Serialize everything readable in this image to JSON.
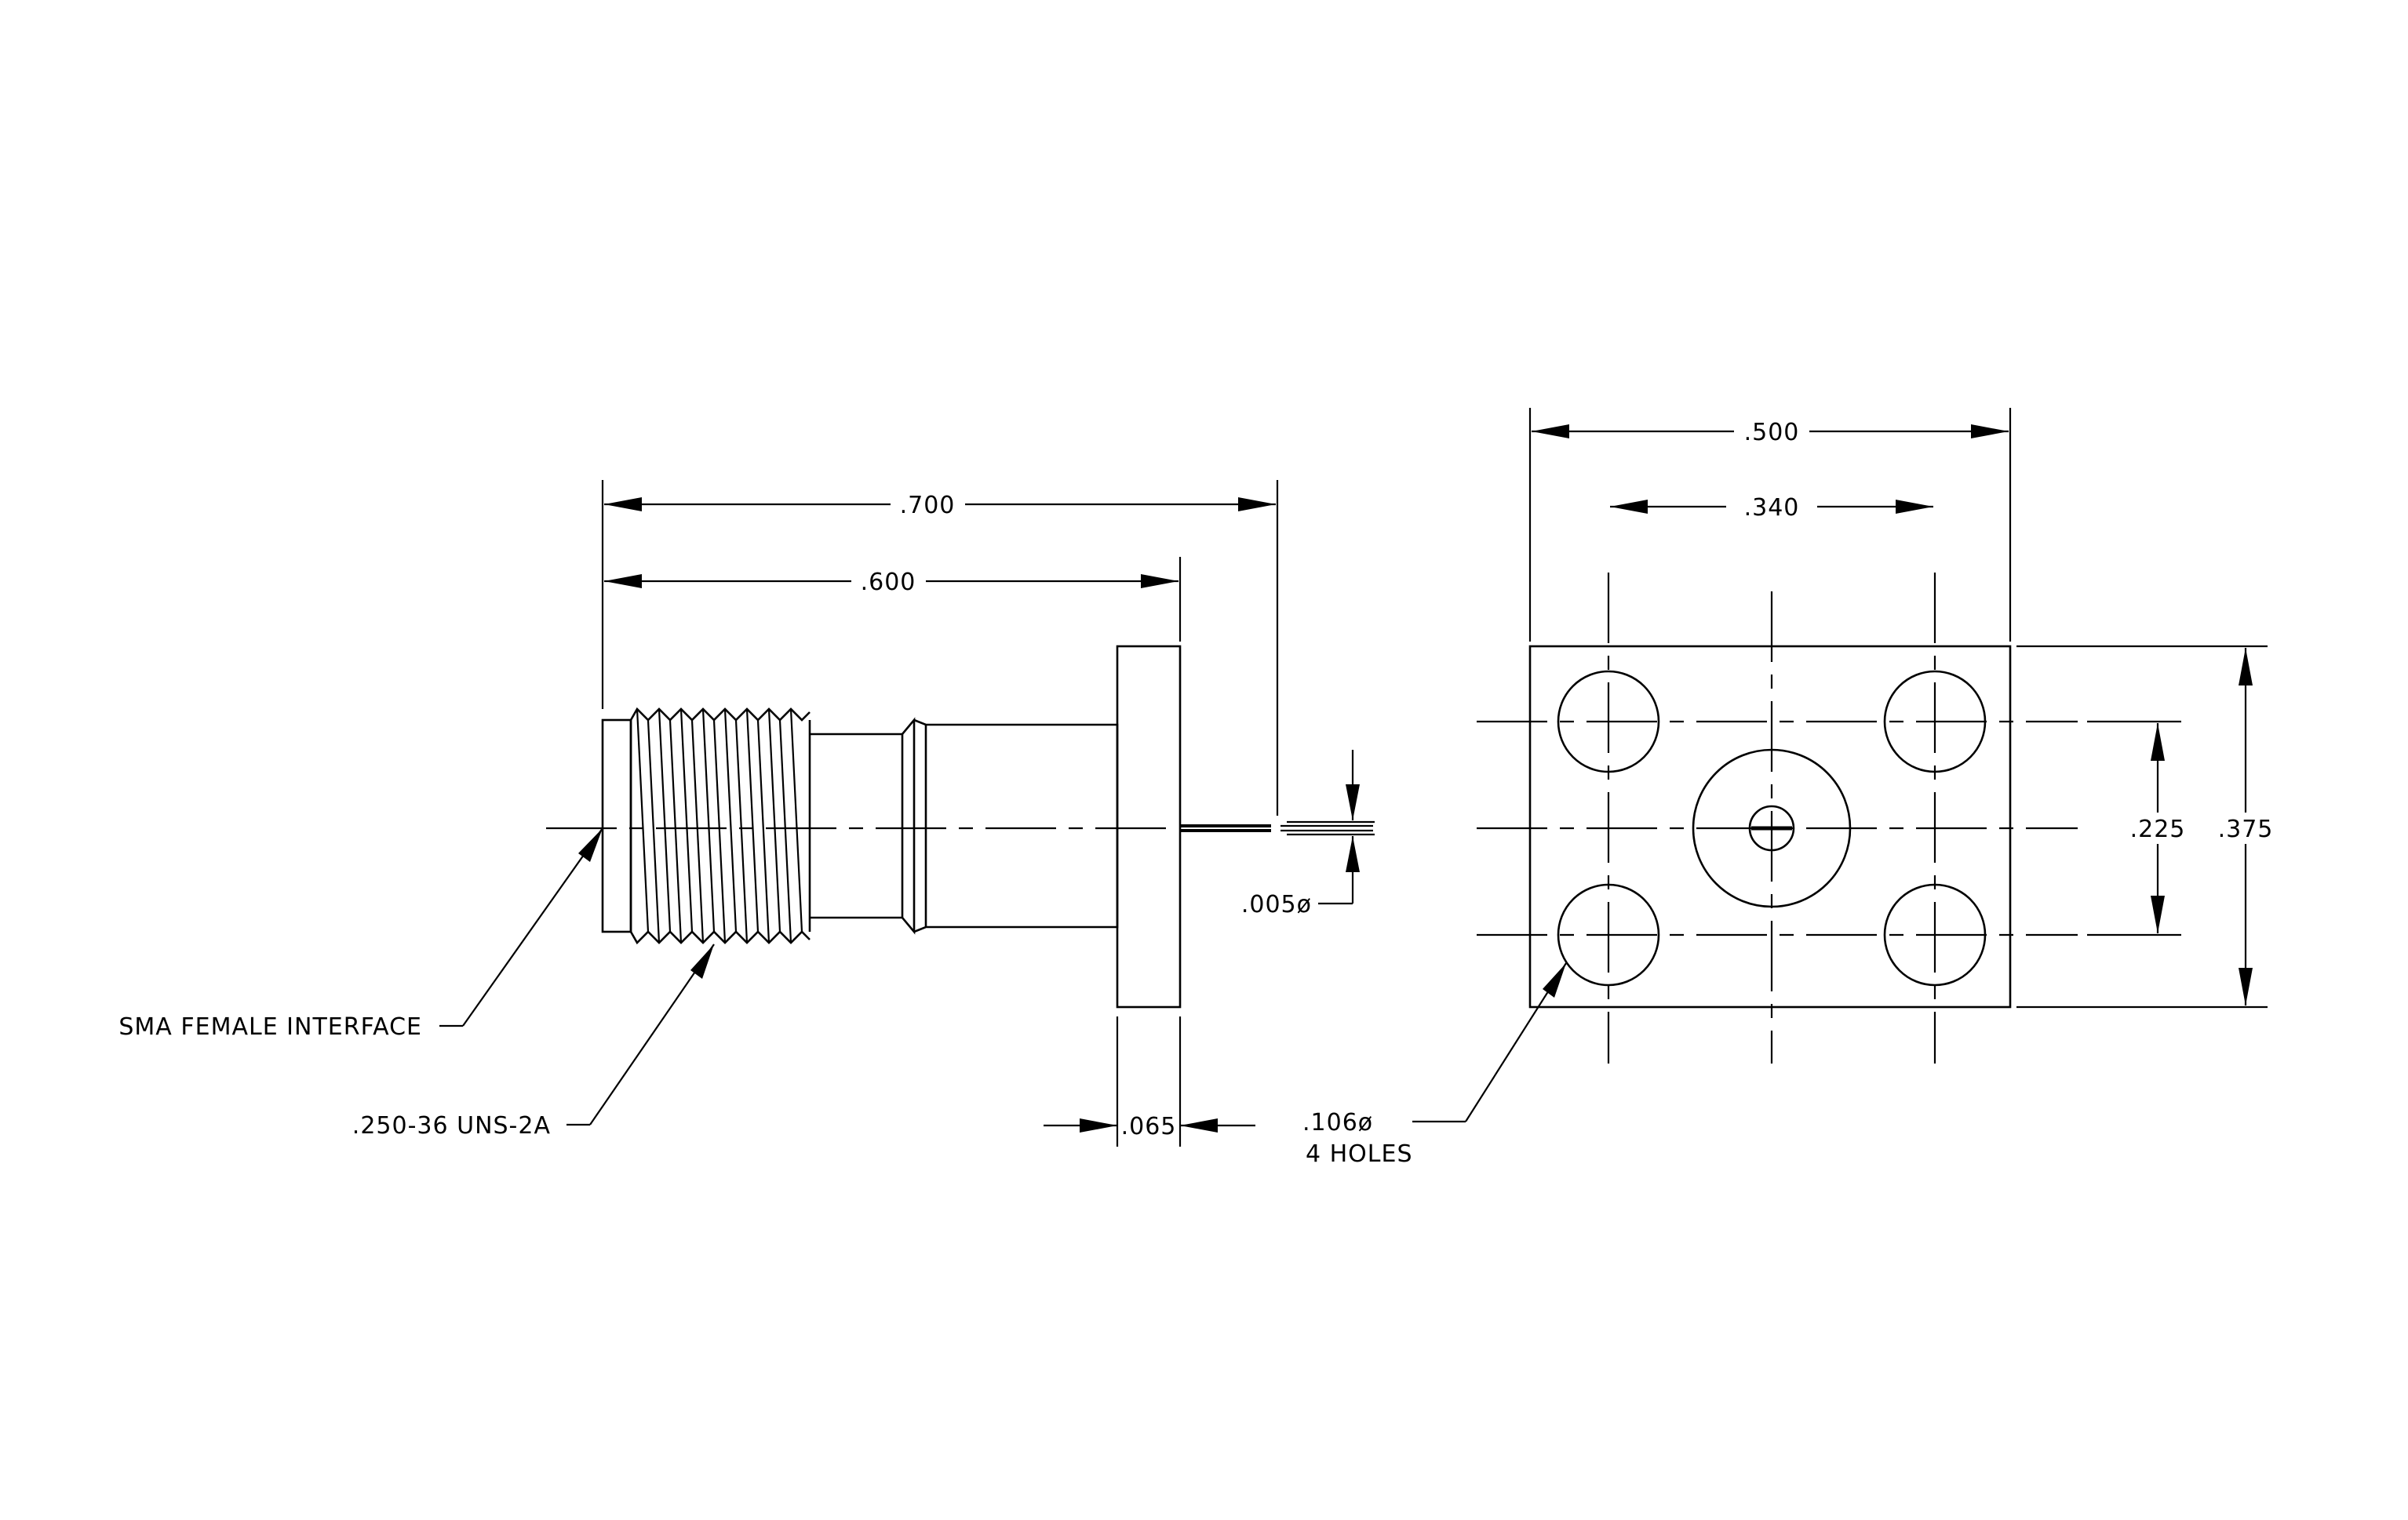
{
  "side_view": {
    "dimensions": {
      "overall_length": ".700",
      "body_length": ".600",
      "flange_thickness": ".065",
      "pin_diameter": ".005ø"
    },
    "callouts": {
      "interface": "SMA FEMALE INTERFACE",
      "thread": ".250-36 UNS-2A"
    }
  },
  "front_view": {
    "dimensions": {
      "flange_width": ".500",
      "hole_spacing_x": ".340",
      "hole_spacing_y": ".225",
      "flange_height": ".375"
    },
    "callouts": {
      "hole_size": ".106ø",
      "hole_count": "4 HOLES"
    }
  }
}
